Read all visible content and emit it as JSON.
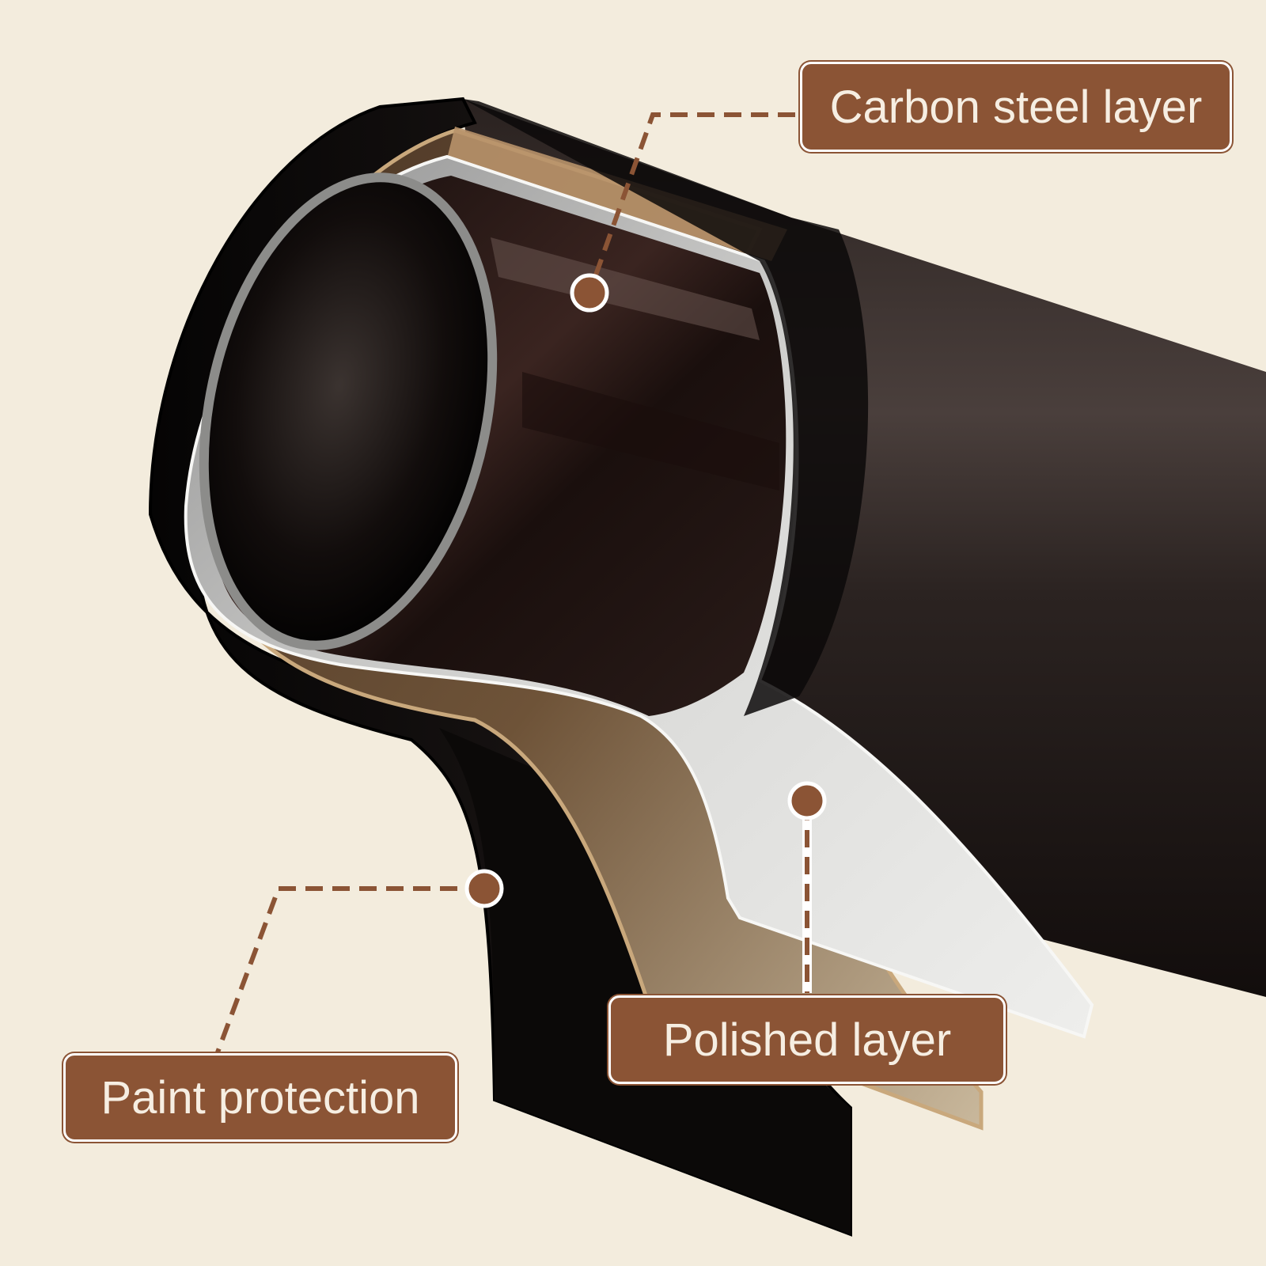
{
  "labels": {
    "carbon_steel": "Carbon steel layer",
    "polished": "Polished layer",
    "paint_protection": "Paint protection"
  },
  "colors": {
    "background": "#f3ecdd",
    "label_fill": "#8b5435",
    "label_text": "#f6eee2",
    "leader": "#8b5435",
    "pipe_dark": "#1c1412",
    "bronze_layer": "#a0805c",
    "silver_layer": "#c9c9c7"
  }
}
